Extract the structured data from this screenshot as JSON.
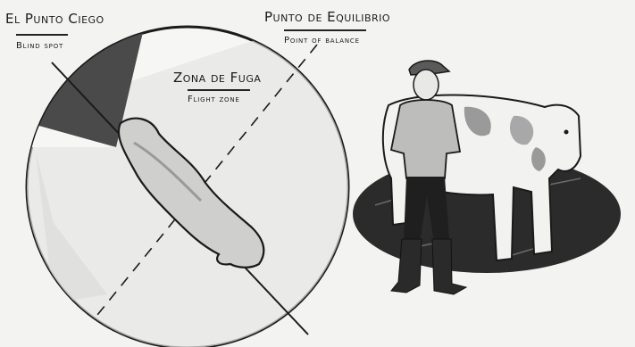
{
  "labels": {
    "blind_spot": {
      "es": "El Punto Ciego",
      "en": "Blind spot"
    },
    "flight_zone": {
      "es": "Zona de Fuga",
      "en": "Flight zone"
    },
    "point_of_balance": {
      "es": "Punto de Equilibrio",
      "en": "Point of balance"
    }
  },
  "colors": {
    "background": "#f3f3f1",
    "ink": "#1a1a1a",
    "blind_spot_fill": "#4a4a4a",
    "flight_zone_fill": "#e4e4e2",
    "animal_shadow": "#2b2b2b",
    "cow_spots": "#9a9a9a"
  }
}
